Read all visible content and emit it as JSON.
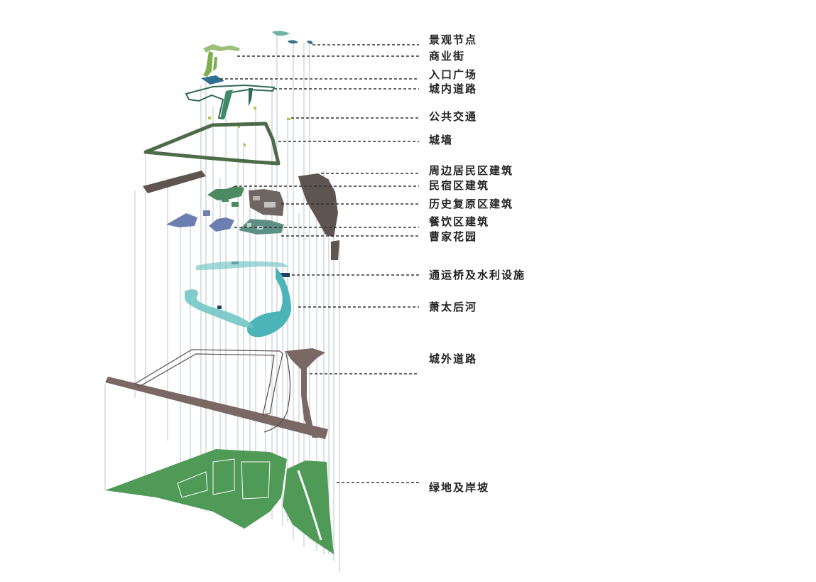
{
  "layers": [
    {
      "label": "景观节点",
      "color": "#3b6f8a"
    },
    {
      "label": "商业街",
      "color": "#7fae52"
    },
    {
      "label": "入口广场",
      "color": "#2f6f8f"
    },
    {
      "label": "城内道路",
      "color": "#2f6b52"
    },
    {
      "label": "公共交通",
      "color": "#b7c24a"
    },
    {
      "label": "城墙",
      "color": "#4d6b48"
    },
    {
      "label": "周边居民区建筑",
      "color": "#5e5450"
    },
    {
      "label": "民宿区建筑",
      "color": "#4c8a62"
    },
    {
      "label": "历史复原区建筑",
      "color": "#6f6663"
    },
    {
      "label": "餐饮区建筑",
      "color": "#6d7fb0"
    },
    {
      "label": "曹家花园",
      "color": "#5d8f86"
    },
    {
      "label": "通运桥及水利设施",
      "color": "#1f3f63"
    },
    {
      "label": "萧太后河",
      "color": "#4cb3b8"
    },
    {
      "label": "城外道路",
      "color": "#7a6865"
    },
    {
      "label": "绿地及岸坡",
      "color": "#4f9a56"
    }
  ]
}
